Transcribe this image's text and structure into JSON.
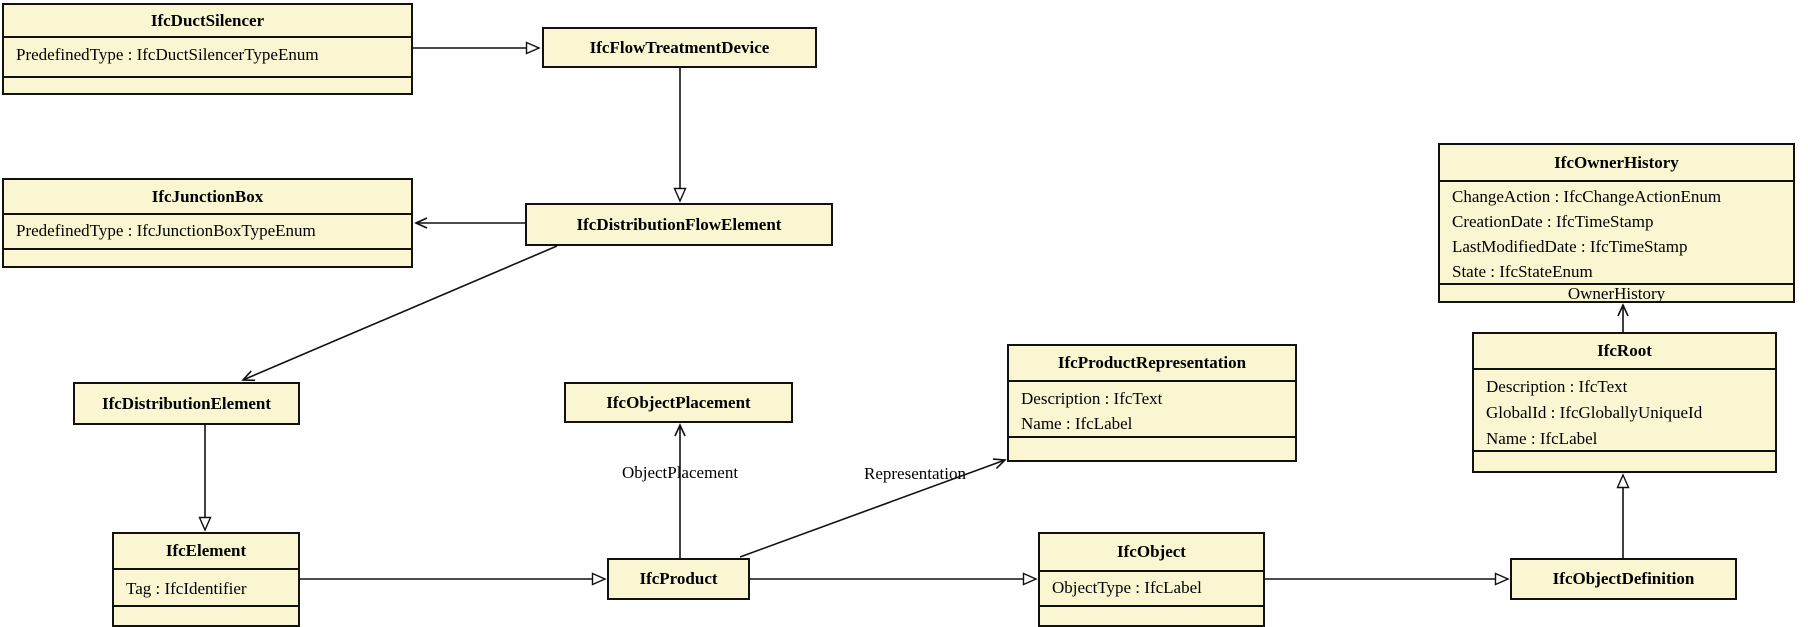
{
  "diagram": {
    "background": "#ffffff",
    "box_fill": "#faf6d2",
    "box_border": "#111111"
  },
  "classes": {
    "duct_silencer": {
      "name": "IfcDuctSilencer",
      "attributes": [
        "PredefinedType : IfcDuctSilencerTypeEnum"
      ]
    },
    "flow_treatment_device": {
      "name": "IfcFlowTreatmentDevice"
    },
    "junction_box": {
      "name": "IfcJunctionBox",
      "attributes": [
        "PredefinedType : IfcJunctionBoxTypeEnum"
      ]
    },
    "distribution_flow_element": {
      "name": "IfcDistributionFlowElement"
    },
    "distribution_element": {
      "name": "IfcDistributionElement"
    },
    "element": {
      "name": "IfcElement",
      "attributes": [
        "Tag : IfcIdentifier"
      ]
    },
    "object_placement": {
      "name": "IfcObjectPlacement"
    },
    "product": {
      "name": "IfcProduct"
    },
    "product_representation": {
      "name": "IfcProductRepresentation",
      "attributes": [
        "Description : IfcText",
        "Name : IfcLabel"
      ]
    },
    "object": {
      "name": "IfcObject",
      "attributes": [
        "ObjectType : IfcLabel"
      ]
    },
    "object_definition": {
      "name": "IfcObjectDefinition"
    },
    "root": {
      "name": "IfcRoot",
      "attributes": [
        "Description : IfcText",
        "GlobalId : IfcGloballyUniqueId",
        "Name : IfcLabel"
      ]
    },
    "owner_history": {
      "name": "IfcOwnerHistory",
      "attributes": [
        "ChangeAction : IfcChangeActionEnum",
        "CreationDate : IfcTimeStamp",
        "LastModifiedDate : IfcTimeStamp",
        "State : IfcStateEnum"
      ]
    }
  },
  "edge_labels": {
    "object_placement": "ObjectPlacement",
    "representation": "Representation",
    "owner_history": "OwnerHistory"
  }
}
